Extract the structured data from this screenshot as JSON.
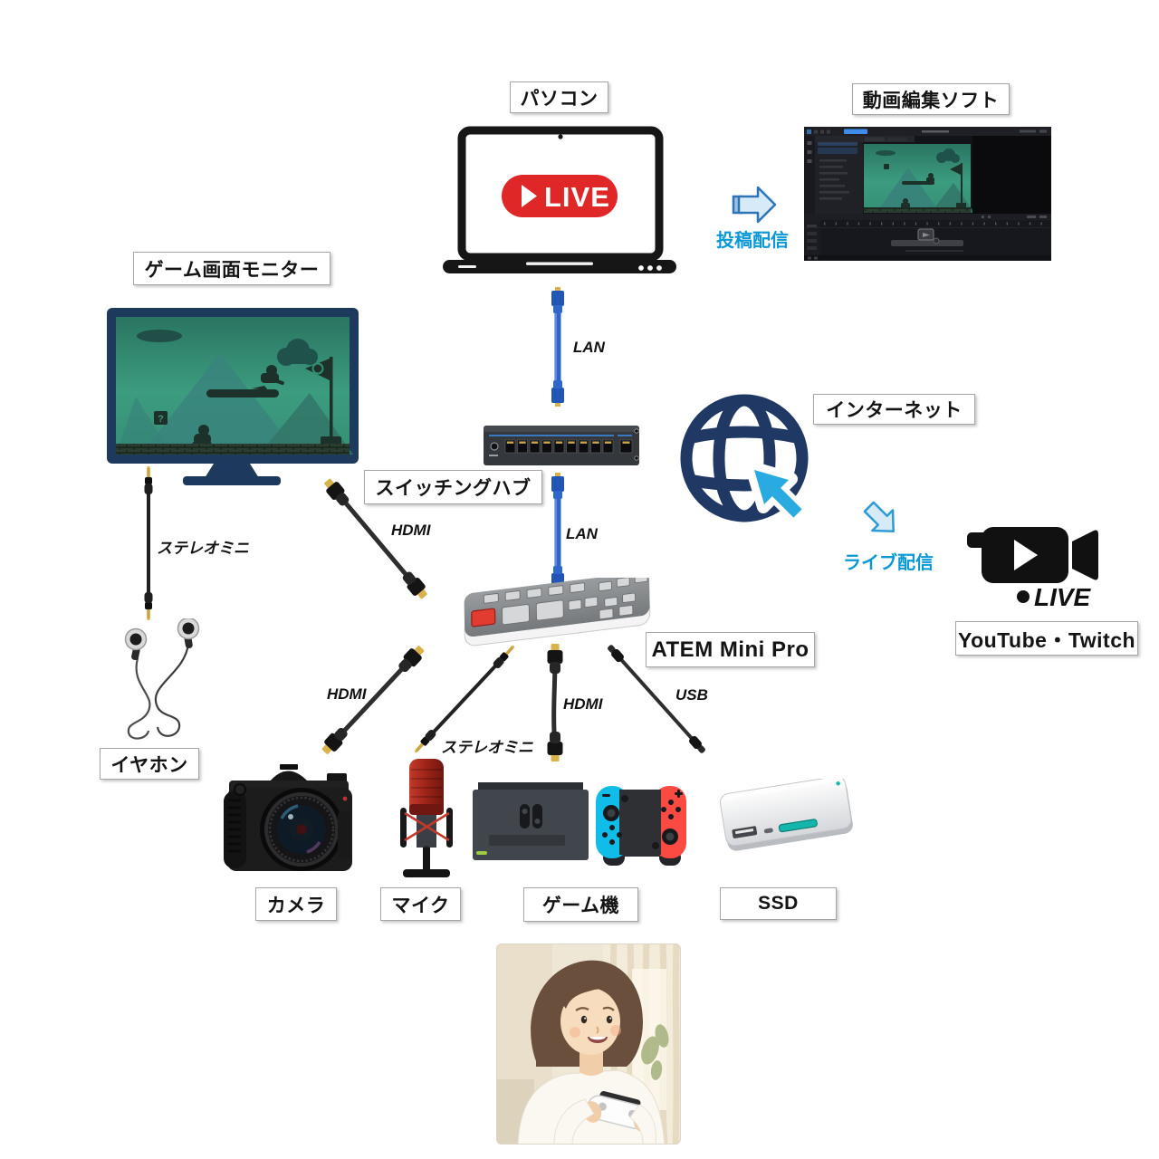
{
  "nodes": {
    "pc": {
      "label": "パソコン"
    },
    "video_editor": {
      "label": "動画編集ソフト"
    },
    "game_monitor": {
      "label": "ゲーム画面モニター"
    },
    "switching_hub": {
      "label": "スイッチングハブ"
    },
    "internet": {
      "label": "インターネット"
    },
    "atem": {
      "label": "ATEM Mini Pro"
    },
    "youtube_twitch": {
      "label": "YouTube・Twitch"
    },
    "earphone": {
      "label": "イヤホン"
    },
    "camera": {
      "label": "カメラ"
    },
    "mic": {
      "label": "マイク"
    },
    "game_console": {
      "label": "ゲーム機"
    },
    "ssd": {
      "label": "SSD"
    }
  },
  "cables": {
    "lan_pc_hub": {
      "label": "LAN"
    },
    "lan_hub_atem": {
      "label": "LAN"
    },
    "hdmi_monitor": {
      "label": "HDMI"
    },
    "hdmi_camera": {
      "label": "HDMI"
    },
    "hdmi_console": {
      "label": "HDMI"
    },
    "stereo_monitor": {
      "label": "ステレオミニ"
    },
    "stereo_mic": {
      "label": "ステレオミニ"
    },
    "usb_ssd": {
      "label": "USB"
    }
  },
  "flows": {
    "post": {
      "label": "投稿配信"
    },
    "live": {
      "label": "ライブ配信"
    }
  },
  "badges": {
    "pc_live": "LIVE",
    "cam_live": "LIVE",
    "question_block": "?"
  },
  "icons": {
    "laptop": "laptop-icon",
    "live_button": "live-badge",
    "editor": "video-editor-window",
    "block_arrow_right": "post-arrow-icon",
    "block_arrow_down_right": "live-arrow-icon",
    "monitor": "game-monitor-icon",
    "switching_hub": "network-switch-icon",
    "globe_cursor": "internet-globe-cursor-icon",
    "video_camera_live": "live-camera-icon",
    "atem_switcher": "atem-mini-pro-icon",
    "earbuds": "earphones-icon",
    "dslr": "camera-icon",
    "microphone": "microphone-icon",
    "switch_console": "game-console-icon",
    "portable_ssd": "ssd-icon",
    "player_photo": "gamer-photo"
  },
  "colors": {
    "flow_text": "#0b99d6",
    "arrow_fill": "#d6eaf8",
    "arrow_stroke": "#2e75b6",
    "lan_cable": "#2f63c9",
    "live_red": "#e02727",
    "monitor_navy": "#1d3a5c",
    "globe_navy": "#1f3864",
    "cursor_blue": "#29abe2",
    "game_green": "#3c9c80",
    "joycon_blue": "#10bde8",
    "joycon_red": "#fb4a42",
    "ssd_teal": "#14b5aa"
  }
}
